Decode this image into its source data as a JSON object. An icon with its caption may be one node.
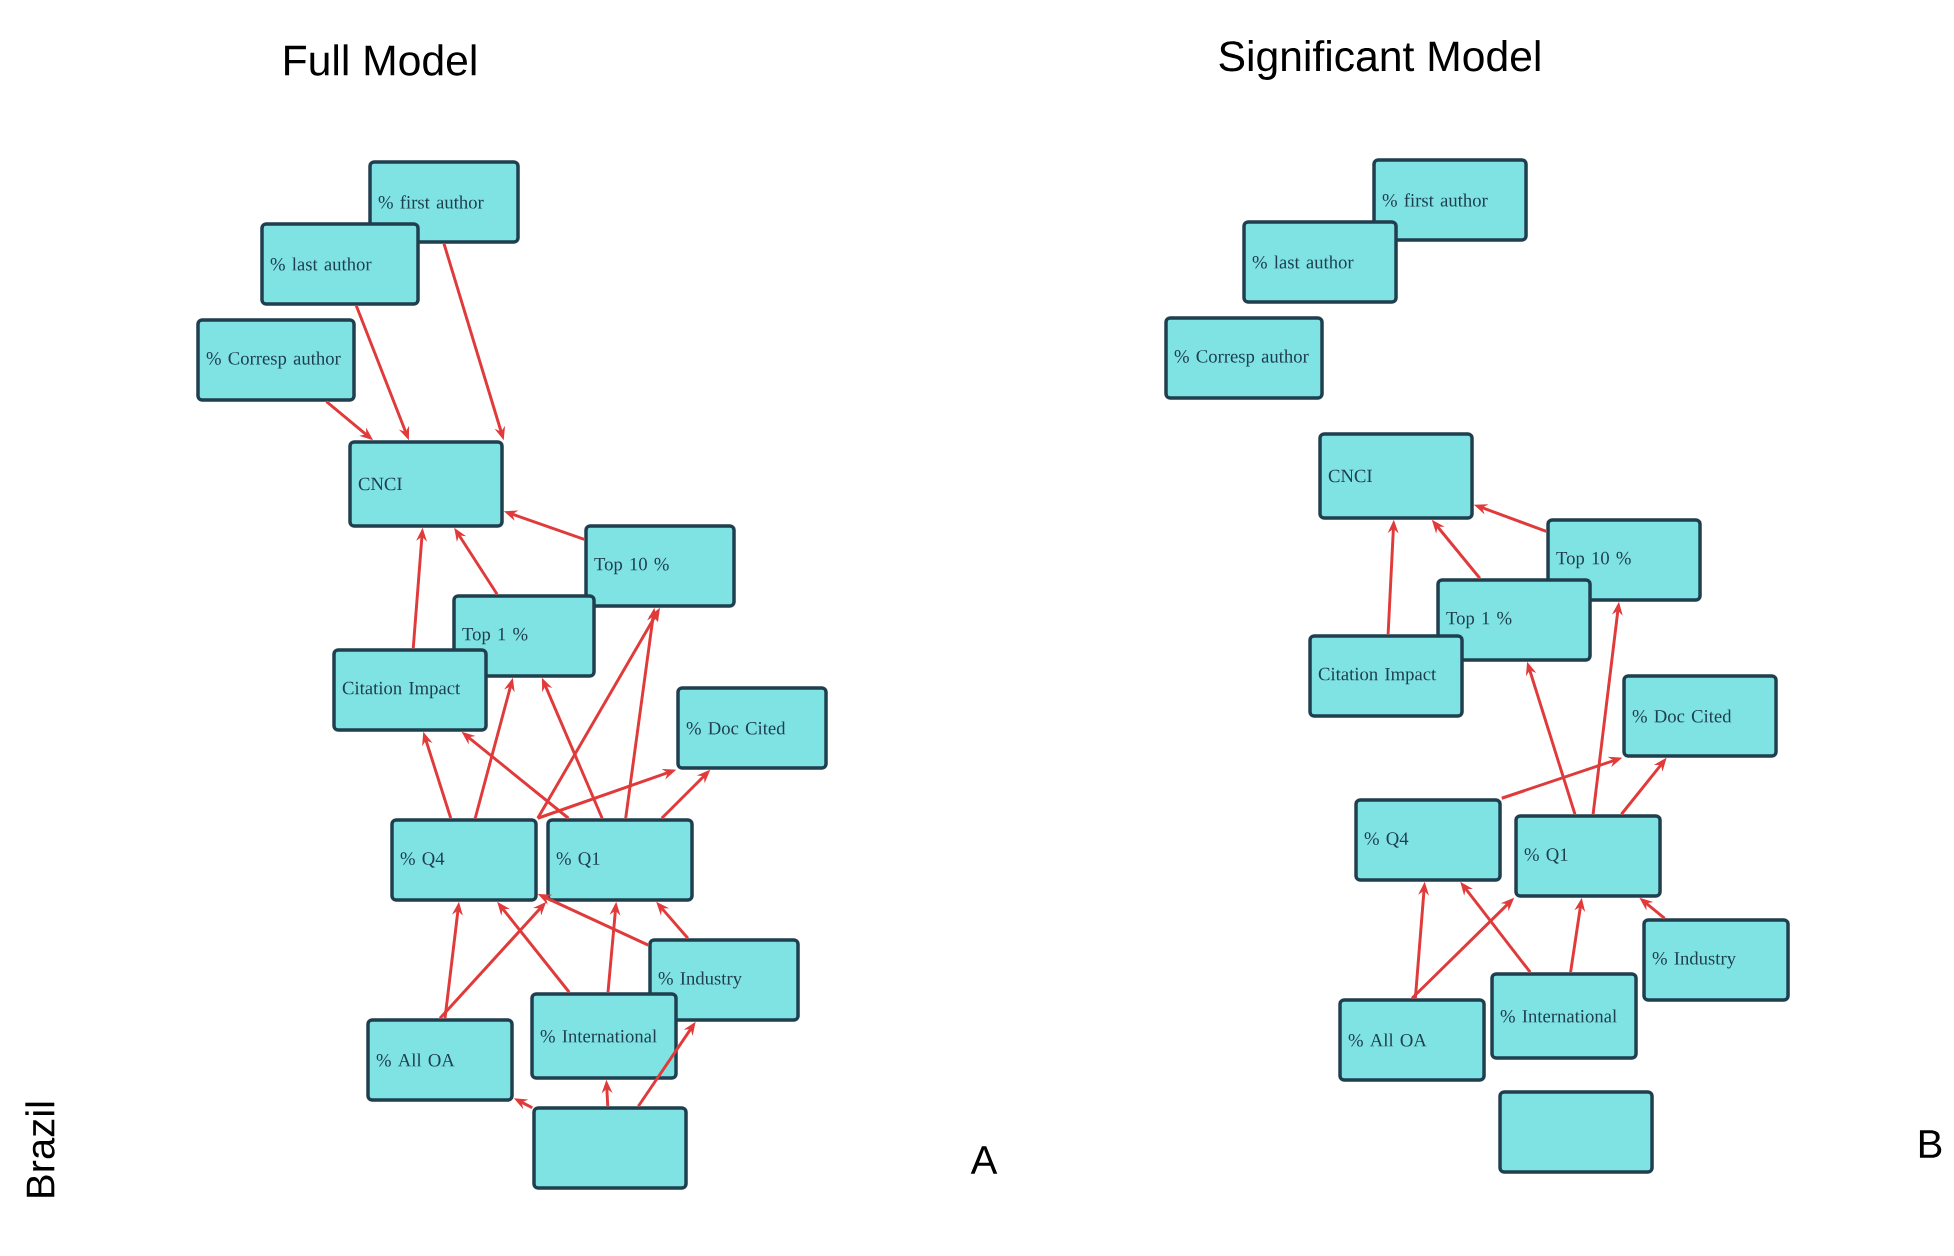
{
  "diagram": {
    "nodes": [
      {
        "text": [
          "% first author"
        ]
      },
      {
        "text": [
          "% last author"
        ]
      },
      {
        "text": [
          "% Corresp author"
        ]
      },
      {
        "text": [
          "CNCI"
        ]
      },
      {
        "text": [
          "Top 10 %"
        ]
      },
      {
        "text": [
          "Top 1 %"
        ]
      },
      {
        "text": [
          "Citation Impact"
        ]
      },
      {
        "text": [
          "% Doc Cited"
        ]
      },
      {
        "text": [
          "% Q1"
        ]
      },
      {
        "text": [
          "% Q4"
        ]
      },
      {
        "text": [
          "% Industry"
        ]
      },
      {
        "text": [
          "% International"
        ]
      },
      {
        "text": [
          "% All OA"
        ]
      },
      {
        "text": [],
        "shape": "box"
      },
      {
        "text": [
          "% first author"
        ]
      },
      {
        "text": [
          "% last author"
        ]
      },
      {
        "text": [
          "% Corresp author"
        ]
      },
      {
        "text": [
          "CNCI"
        ]
      },
      {
        "text": [
          "Top 10 %"
        ]
      },
      {
        "text": [
          "Top 1 %"
        ]
      },
      {
        "text": [
          "Citation Impact"
        ]
      },
      {
        "text": [
          "% Doc Cited"
        ]
      },
      {
        "text": [
          "% Q1"
        ]
      },
      {
        "text": [
          "% Q4"
        ]
      },
      {
        "text": [
          "% Industry"
        ]
      },
      {
        "text": [
          "% International"
        ]
      },
      {
        "text": [
          "% All OA"
        ]
      },
      {
        "text": [],
        "shape": "box"
      }
    ],
    "edges": [
      {
        "from": 0,
        "to": 3,
        "arrow": "to"
      },
      {
        "from": 1,
        "to": 3,
        "arrow": "to"
      },
      {
        "from": 2,
        "to": 3,
        "arrow": "to"
      },
      {
        "from": 4,
        "to": 3,
        "arrow": "to"
      },
      {
        "from": 5,
        "to": 3,
        "arrow": "to"
      },
      {
        "from": 6,
        "to": 3,
        "arrow": "to"
      },
      {
        "from": 9,
        "to": 5,
        "arrow": "to"
      },
      {
        "from": 9,
        "to": 4,
        "arrow": "to"
      },
      {
        "from": 9,
        "to": 7,
        "arrow": "to"
      },
      {
        "from": 9,
        "to": 6,
        "arrow": "to"
      },
      {
        "from": 8,
        "to": 5,
        "arrow": "to"
      },
      {
        "from": 8,
        "to": 4,
        "arrow": "to"
      },
      {
        "from": 8,
        "to": 7,
        "arrow": "to"
      },
      {
        "from": 8,
        "to": 6,
        "arrow": "to"
      },
      {
        "from": 12,
        "to": 9,
        "arrow": "to"
      },
      {
        "from": 12,
        "to": 8,
        "arrow": "to"
      },
      {
        "from": 11,
        "to": 9,
        "arrow": "to"
      },
      {
        "from": 11,
        "to": 8,
        "arrow": "to"
      },
      {
        "from": 10,
        "to": 9,
        "arrow": "to"
      },
      {
        "from": 10,
        "to": 8,
        "arrow": "to"
      },
      {
        "from": 13,
        "to": 12,
        "arrow": "to"
      },
      {
        "from": 13,
        "to": 11,
        "arrow": "to"
      },
      {
        "from": 13,
        "to": 10,
        "arrow": "to"
      },
      {
        "from": 18,
        "to": 17,
        "arrow": "to"
      },
      {
        "from": 19,
        "to": 17,
        "arrow": "to"
      },
      {
        "from": 20,
        "to": 17,
        "arrow": "to"
      },
      {
        "from": 22,
        "to": 19,
        "arrow": "to"
      },
      {
        "from": 22,
        "to": 18,
        "arrow": "to"
      },
      {
        "from": 22,
        "to": 21,
        "arrow": "to"
      },
      {
        "from": 23,
        "to": 21,
        "arrow": "to"
      },
      {
        "from": 26,
        "to": 23,
        "arrow": "to"
      },
      {
        "from": 26,
        "to": 22,
        "arrow": "to"
      },
      {
        "from": 25,
        "to": 23,
        "arrow": "to"
      },
      {
        "from": 25,
        "to": 22,
        "arrow": "to"
      },
      {
        "from": 24,
        "to": 22,
        "arrow": "to"
      }
    ],
    "labels": [
      "Full Model",
      "Significant Model",
      "Brazil",
      "A",
      "B"
    ]
  }
}
